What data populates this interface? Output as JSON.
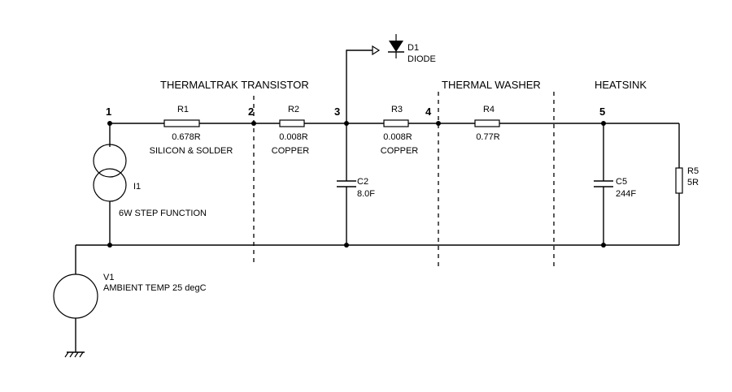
{
  "sections": {
    "transistor": "THERMALTRAK TRANSISTOR",
    "washer": "THERMAL WASHER",
    "heatsink": "HEATSINK"
  },
  "nodes": {
    "n1": "1",
    "n2": "2",
    "n3": "3",
    "n4": "4",
    "n5": "5"
  },
  "components": {
    "r1": {
      "name": "R1",
      "value": "0.678R",
      "desc": "SILICON & SOLDER"
    },
    "r2": {
      "name": "R2",
      "value": "0.008R",
      "desc": "COPPER"
    },
    "r3": {
      "name": "R3",
      "value": "0.008R",
      "desc": "COPPER"
    },
    "r4": {
      "name": "R4",
      "value": "0.77R"
    },
    "r5": {
      "name": "R5",
      "value": "5R"
    },
    "c2": {
      "name": "C2",
      "value": "8.0F"
    },
    "c5": {
      "name": "C5",
      "value": "244F"
    },
    "i1": {
      "name": "I1",
      "desc": "6W STEP FUNCTION"
    },
    "v1": {
      "name": "V1",
      "desc": "AMBIENT TEMP 25 degC"
    },
    "d1": {
      "name": "D1",
      "desc": "DIODE"
    }
  }
}
